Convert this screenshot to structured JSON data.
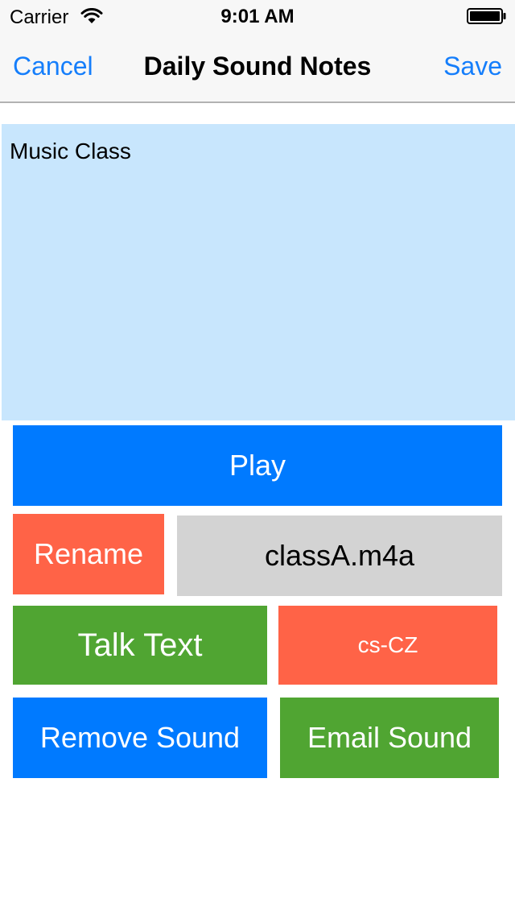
{
  "status_bar": {
    "carrier": "Carrier",
    "wifi_icon": "wifi-icon",
    "time": "9:01 AM",
    "battery_icon": "battery-icon"
  },
  "nav": {
    "cancel_label": "Cancel",
    "title": "Daily Sound Notes",
    "save_label": "Save"
  },
  "note": {
    "text": "Music Class"
  },
  "buttons": {
    "play_label": "Play",
    "rename_label": "Rename",
    "filename": "classA.m4a",
    "talk_text_label": "Talk Text",
    "language_label": "cs-CZ",
    "remove_sound_label": "Remove Sound",
    "email_sound_label": "Email Sound"
  },
  "colors": {
    "accent_blue": "#157efb",
    "button_blue": "#007aff",
    "button_green": "#50a532",
    "button_orange": "#ff6347",
    "field_gray": "#d3d3d3",
    "note_background": "#c8e6fd"
  }
}
